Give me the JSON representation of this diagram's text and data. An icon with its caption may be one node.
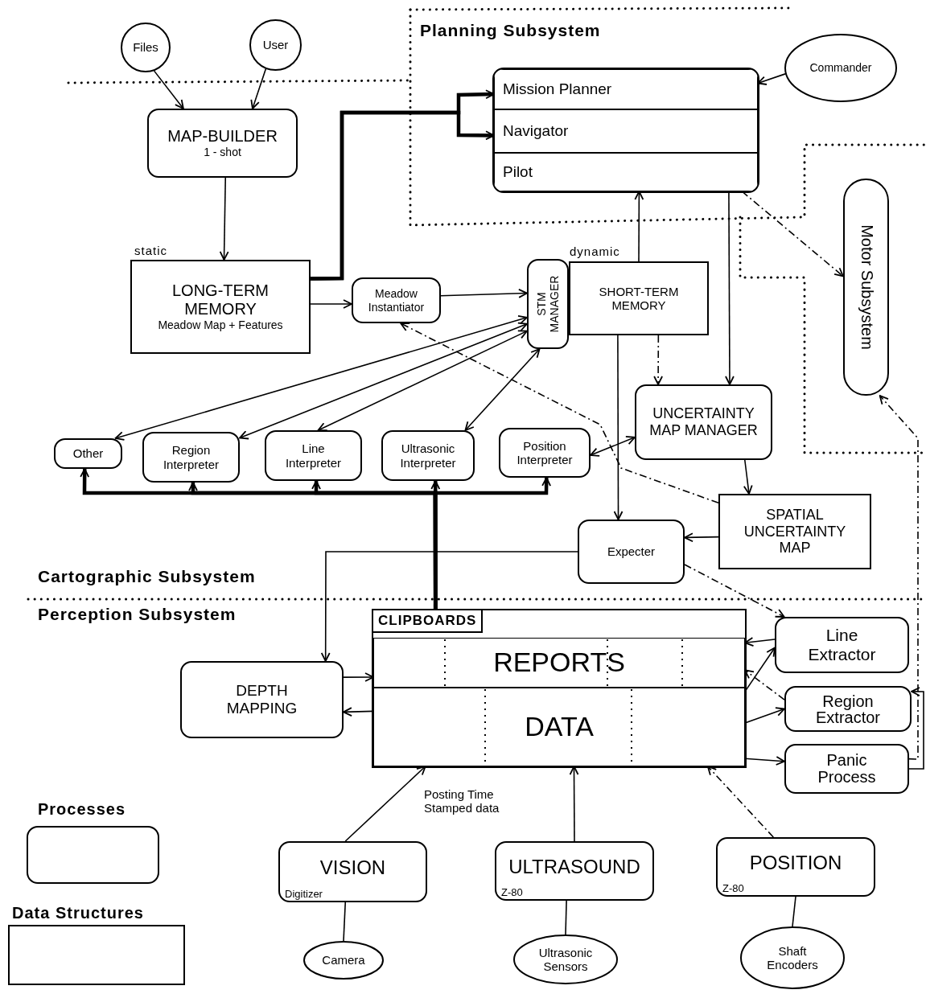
{
  "diagram": {
    "nodes": [
      {
        "text": [
          "Files"
        ]
      },
      {
        "text": [
          "User"
        ]
      },
      {
        "text": [
          "MAP-BUILDER",
          "1 - shot"
        ]
      },
      {
        "text": [
          "Commander"
        ]
      },
      {
        "text": [],
        "shape": "box"
      },
      {
        "text": [
          "Mission Planner"
        ],
        "in": 4
      },
      {
        "text": [
          "Navigator"
        ],
        "in": 4
      },
      {
        "text": [
          "Pilot"
        ],
        "in": 4
      },
      {
        "text": [
          "LONG-TERM MEMORY",
          "Meadow Map + Features"
        ],
        "beside": [
          "static"
        ]
      },
      {
        "text": [
          "Meadow Instantiator"
        ]
      },
      {
        "text": [
          "STM MANAGER"
        ]
      },
      {
        "text": [
          "SHORT-TERM MEMORY"
        ],
        "beside": [
          "dynamic"
        ]
      },
      {
        "text": [
          "Motor Subsystem"
        ]
      },
      {
        "text": [
          "Other"
        ]
      },
      {
        "text": [
          "Region Interpreter"
        ]
      },
      {
        "text": [
          "Line Interpreter"
        ]
      },
      {
        "text": [
          "Ultrasonic Interpreter"
        ]
      },
      {
        "text": [
          "Position Interpreter"
        ]
      },
      {
        "text": [
          "UNCERTAINTY MAP MANAGER"
        ]
      },
      {
        "text": [
          "SPATIAL UNCERTAINTY MAP"
        ]
      },
      {
        "text": [
          "Expecter"
        ]
      },
      {
        "text": [
          "CLIPBOARDS"
        ]
      },
      {
        "text": [
          "REPORTS"
        ],
        "in": 21
      },
      {
        "text": [
          "DATA"
        ],
        "in": 21
      },
      {
        "text": [
          "DEPTH MAPPING"
        ]
      },
      {
        "text": [
          "Line Extractor"
        ]
      },
      {
        "text": [
          "Region Extractor"
        ]
      },
      {
        "text": [
          "Panic Process"
        ]
      },
      {
        "text": [
          "VISION",
          "Digitizer"
        ]
      },
      {
        "text": [
          "ULTRASOUND",
          "Z-80"
        ]
      },
      {
        "text": [
          "POSITION",
          "Z-80"
        ]
      },
      {
        "text": [
          "Camera"
        ]
      },
      {
        "text": [
          "Ultrasonic Sensors"
        ]
      },
      {
        "text": [
          "Shaft Encoders"
        ]
      }
    ],
    "edges": [
      {
        "from": 0,
        "to": 2,
        "arrow": "to"
      },
      {
        "from": 1,
        "to": 2,
        "arrow": "to"
      },
      {
        "from": 3,
        "to": 5,
        "arrow": "to"
      },
      {
        "from": 2,
        "to": 8,
        "arrow": "to"
      },
      {
        "from": 8,
        "to": 5,
        "arrow": "to",
        "style": "thick"
      },
      {
        "from": 8,
        "to": 6,
        "arrow": "to",
        "style": "thick"
      },
      {
        "from": 8,
        "to": 9,
        "arrow": "to"
      },
      {
        "from": 9,
        "to": 10,
        "arrow": "to"
      },
      {
        "from": 10,
        "to": 13,
        "arrow": "both"
      },
      {
        "from": 10,
        "to": 14,
        "arrow": "both"
      },
      {
        "from": 10,
        "to": 15,
        "arrow": "both"
      },
      {
        "from": 10,
        "to": 16,
        "arrow": "both"
      },
      {
        "from": 17,
        "to": 18,
        "arrow": "both"
      },
      {
        "from": 11,
        "to": 7,
        "arrow": "to"
      },
      {
        "from": 7,
        "to": 18,
        "arrow": "to"
      },
      {
        "from": 7,
        "to": 12,
        "arrow": "to",
        "style": "dashed"
      },
      {
        "from": 11,
        "to": 18,
        "arrow": "to",
        "style": "dashed"
      },
      {
        "from": 11,
        "to": 20,
        "arrow": "to"
      },
      {
        "from": 18,
        "to": 19,
        "arrow": "to"
      },
      {
        "from": 19,
        "to": 20,
        "arrow": "to"
      },
      {
        "from": 19,
        "to": 9,
        "arrow": "to",
        "style": "dashed"
      },
      {
        "from": 21,
        "to": 13,
        "arrow": "to",
        "style": "thick"
      },
      {
        "from": 21,
        "to": 14,
        "arrow": "to",
        "style": "thick"
      },
      {
        "from": 21,
        "to": 15,
        "arrow": "to",
        "style": "thick"
      },
      {
        "from": 21,
        "to": 16,
        "arrow": "to",
        "style": "thick"
      },
      {
        "from": 21,
        "to": 17,
        "arrow": "to",
        "style": "thick"
      },
      {
        "from": 20,
        "to": 24,
        "arrow": "to"
      },
      {
        "from": 20,
        "to": 25,
        "arrow": "to",
        "style": "dashed"
      },
      {
        "from": 24,
        "to": 22,
        "arrow": "to"
      },
      {
        "from": 23,
        "to": 24,
        "arrow": "to"
      },
      {
        "from": 25,
        "to": 22,
        "arrow": "to"
      },
      {
        "from": 23,
        "to": 25,
        "arrow": "to"
      },
      {
        "from": 26,
        "to": 22,
        "arrow": "to",
        "style": "dashed"
      },
      {
        "from": 23,
        "to": 26,
        "arrow": "to"
      },
      {
        "from": 23,
        "to": 27,
        "arrow": "to"
      },
      {
        "from": 27,
        "to": 26,
        "arrow": "to"
      },
      {
        "from": 27,
        "to": 12,
        "arrow": "to",
        "style": "dashed"
      },
      {
        "from": 28,
        "to": 23,
        "arrow": "to"
      },
      {
        "from": 29,
        "to": 23,
        "arrow": "to"
      },
      {
        "from": 30,
        "to": 23,
        "arrow": "to",
        "style": "dashed"
      },
      {
        "from": 31,
        "to": 28,
        "arrow": "none"
      },
      {
        "from": 32,
        "to": 29,
        "arrow": "none"
      },
      {
        "from": 33,
        "to": 30,
        "arrow": "none"
      }
    ],
    "labels": [
      "Planning Subsystem",
      "Cartographic Subsystem",
      "Perception Subsystem",
      "Posting Time Stamped data"
    ],
    "legend": [
      {
        "text": "Processes"
      },
      {
        "text": "Data Structures"
      }
    ]
  }
}
